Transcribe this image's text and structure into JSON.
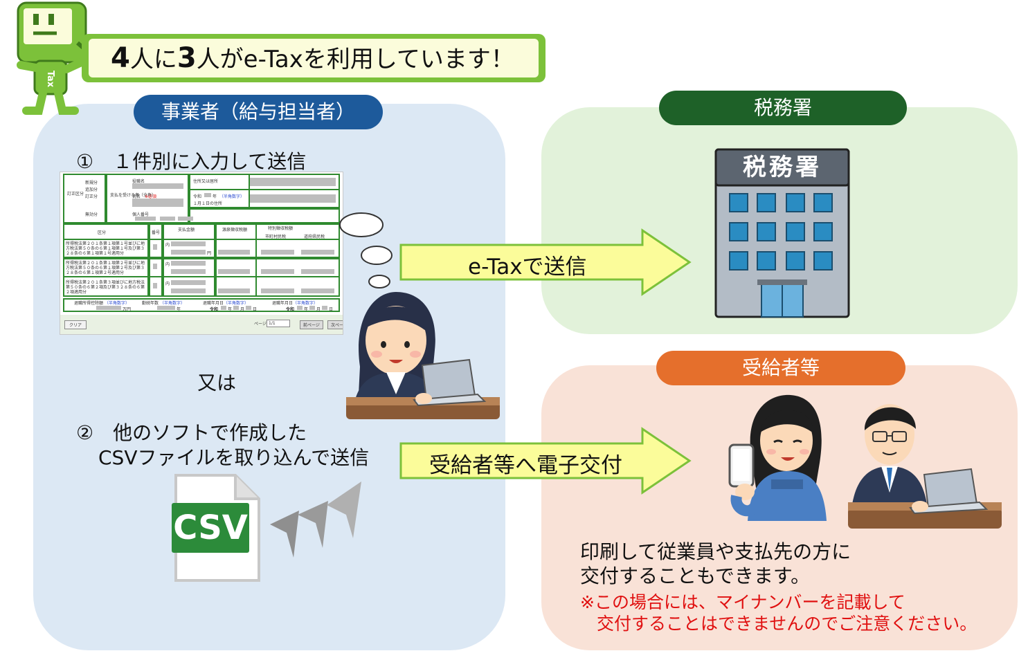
{
  "banner": {
    "num1": "4",
    "text1": "人に",
    "num2": "3",
    "text2": "人がe-Taxを利用しています！"
  },
  "mascot": {
    "text": "Tax"
  },
  "employer": {
    "title": "事業者（給与担当者）",
    "option1": "①　１件別に入力して送信",
    "or": "又は",
    "option2_line1": "②　他のソフトで作成した",
    "option2_line2": "CSVファイルを取り込んで送信",
    "csv_icon_label": "CSV"
  },
  "tax_office": {
    "title": "税務署",
    "sign": "税務署"
  },
  "arrows": {
    "etax": "e-Taxで送信",
    "delivery": "受給者等へ電子交付"
  },
  "recipients": {
    "title": "受給者等",
    "note_line1": "印刷して従業員や支払先の方に",
    "note_line2": "交付することもできます。",
    "warning_line1": "※この場合には、マイナンバーを記載して",
    "warning_line2": "交付することはできませんのでご注意ください。"
  },
  "form": {
    "revision": "訂正区分",
    "new": "新規分",
    "add": "追加分",
    "fix": "訂正分",
    "void": "無効分",
    "payee": "支払を受ける者（全角）",
    "title_label": "役職名",
    "name_label": "氏名",
    "required": "※必須",
    "address_label": "住所又は居所",
    "era": "令和",
    "year_unit": "年",
    "halfwidth": "（半角数字）",
    "jan1_address": "１月１日の住所",
    "my_number": "個人番号",
    "header_kubun": "区分",
    "header_no": "番号",
    "header_amount": "支払金額",
    "header_withholding": "源泉徴収税額",
    "header_special": "特別徴収税額",
    "header_city": "市町村民税",
    "header_pref": "道府県民税",
    "row1": "所得税法第２０１条第１項第１号並びに地方税法第５０条の６第１項第１号及び第３２８条の６第１項第１号適用分",
    "row2": "所得税法第２０１条第１項第２号並びに地方税法第５０条の６第１項第２号及び第３２８条の６第１項第２号適用分",
    "row3": "所得税法第２０１条第３項並びに地方税法第５０条の６第２項及び第３２８条の６第２項適用分",
    "unit_yen": "円",
    "inner": "内",
    "man_yen": "万円",
    "bottom_income": "退職所得控除額",
    "bottom_years": "勤続年数",
    "bottom_retire": "退職年月日",
    "bottom_date": "退職年月日",
    "month": "月",
    "day": "日",
    "clear_btn": "クリア",
    "page_label": "ページ:",
    "page_value": "1/1",
    "prev_btn": "前ページ",
    "next_btn": "次ページ"
  },
  "colors": {
    "employer_bg": "#dce8f4",
    "employer_title": "#1d5a9b",
    "tax_bg": "#e2f2da",
    "tax_title": "#1e6128",
    "recipient_bg": "#f9e2d7",
    "recipient_title": "#e56f2c",
    "banner_border": "#7cc13a",
    "arrow_fill": "#fbfc9a",
    "arrow_border": "#7cc13a",
    "warning": "#e01010"
  }
}
